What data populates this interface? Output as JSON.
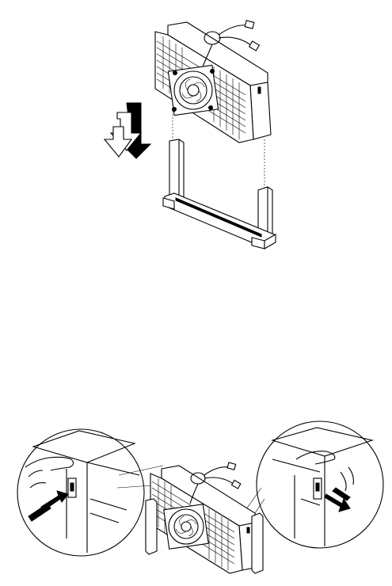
{
  "figures": [
    {
      "id": "insertion",
      "parts": [
        "processor-cartridge",
        "heatsink",
        "cooling-fan",
        "fan-cable",
        "retention-mechanism",
        "slot-connector",
        "down-arrow"
      ]
    },
    {
      "id": "latch-release",
      "parts": [
        "processor-cartridge",
        "heatsink",
        "cooling-fan",
        "left-detail-callout",
        "right-detail-callout",
        "latch-arrow-left",
        "latch-arrow-right"
      ]
    }
  ],
  "colors": {
    "line": "#000000",
    "background": "#ffffff"
  }
}
